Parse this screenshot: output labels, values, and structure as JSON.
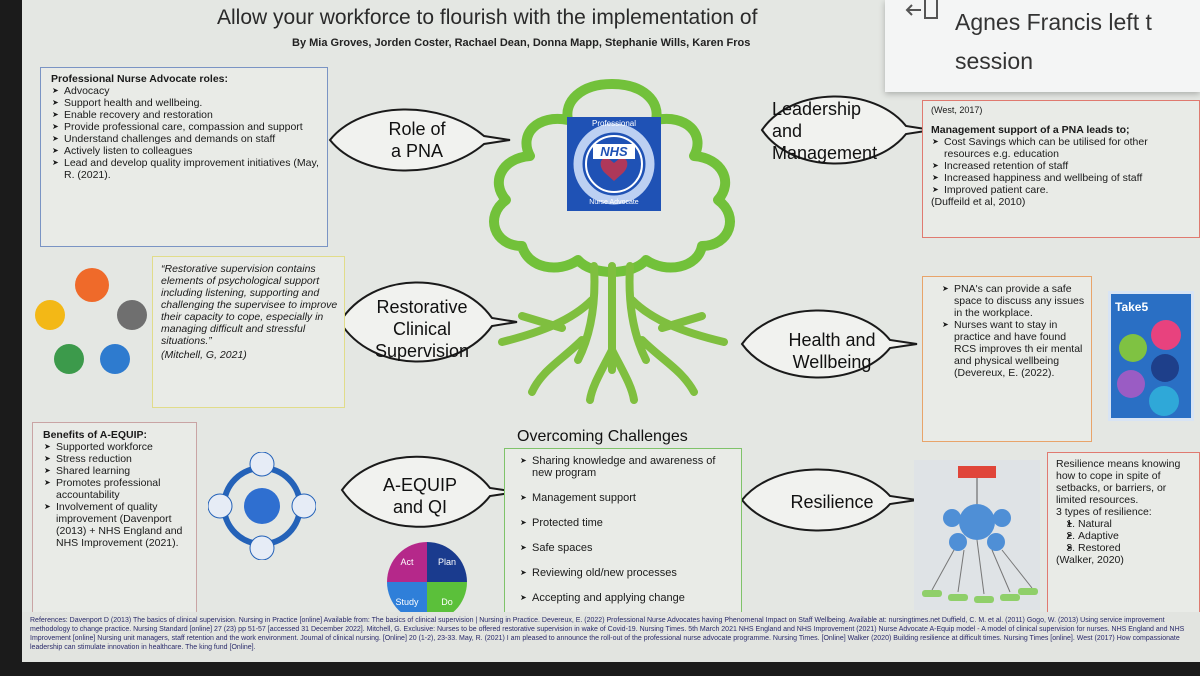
{
  "notification": {
    "line1": "Agnes Francis left t",
    "line2": "session",
    "icon": "leave-session-icon"
  },
  "poster": {
    "title": "Allow your workforce to flourish with the implementation of",
    "authors": "By Mia Groves, Jorden Coster, Rachael Dean, Donna Mapp, Stephanie Wills, Karen Fros",
    "leaves": {
      "role": [
        "Role of",
        "a PNA"
      ],
      "rcs": [
        "Restorative",
        "Clinical",
        "Supervision"
      ],
      "aequip": [
        "A-EQUIP",
        "and QI"
      ],
      "leadership": [
        "Leadership",
        "and",
        "Management"
      ],
      "health": [
        "Health and",
        "Wellbeing"
      ],
      "resilience": [
        "Resilience"
      ]
    },
    "logo": {
      "nhs": "NHS",
      "ring_top": "Professional",
      "ring_bottom": "Nurse Advocate"
    },
    "roles_box": {
      "heading": "Professional Nurse Advocate roles:",
      "items": [
        "Advocacy",
        "Support health and wellbeing.",
        "Enable recovery and restoration",
        "Provide professional care, compassion and support",
        "Understand challenges and demands on staff",
        "Actively listen to colleagues",
        "Lead and develop quality improvement initiatives (May, R. (2021)."
      ]
    },
    "quote_box": {
      "text": "“Restorative supervision contains elements of psychological support including listening, supporting and challenging the supervisee to improve their capacity to cope, especially in managing difficult and stressful situations.”",
      "cite": "(Mitchell, G, 2021)"
    },
    "aequip_box": {
      "heading": "Benefits of A-EQUIP:",
      "items": [
        "Supported workforce",
        "Stress reduction",
        "Shared learning",
        "Promotes professional accountability",
        "Involvement of quality improvement (Davenport (2013) + NHS England and NHS Improvement (2021)."
      ]
    },
    "management_box": {
      "top": "(West, 2017)",
      "heading": "Management support of a PNA leads to;",
      "items": [
        "Cost Savings which can be utilised for other resources e.g. education",
        "Increased retention of staff",
        "Increased happiness and wellbeing of staff",
        "Improved patient care."
      ],
      "cite": "(Duffeild et al, 2010)"
    },
    "health_box": {
      "items": [
        "PNA's can provide a safe space to discuss any issues in the workplace.",
        "Nurses want to stay in practice and have found RCS improves th eir mental and physical wellbeing (Devereux, E. (2022)."
      ]
    },
    "challenges": {
      "title": "Overcoming Challenges",
      "items": [
        "Sharing knowledge and awareness of new program",
        "Management support",
        "Protected time",
        "Safe spaces",
        "Reviewing old/new processes",
        "Accepting and applying change"
      ]
    },
    "resilience_box": {
      "intro": "Resilience means knowing how to cope in spite of setbacks, or barriers, or limited resources.",
      "types_heading": "3 types of resilience:",
      "types": [
        "Natural",
        "Adaptive",
        "Restored"
      ],
      "cite": "(Walker, 2020)"
    },
    "pdsa": [
      "Act",
      "Plan",
      "Study",
      "Do"
    ],
    "take5": "Take5",
    "references": "References: Davenport D (2013) The basics of clinical supervision. Nursing in Practice [online] Available from: The basics of clinical supervision | Nursing in Practice. Devereux, E. (2022) Professional Nurse Advocates having Phenomenal Impact on Staff Wellbeing. Available at: nursingtimes.net Duffield, C. M. et al. (2011) Gogo, W. (2013) Using service improvement methodology to change practice. Nursing Standard [online] 27 (23) pp 51-57 [accessed 31 December 2022]. Mitchell, G. Exclusive: Nurses to be offered restorative supervision in wake of Covid-19. Nursing Times. 5th March 2021 NHS England and NHS Improvement (2021) Nurse Advocate A-Equip model - A model of clinical supervision for nurses. NHS England and NHS Improvement [online] Nursing unit managers, staff retention and the work environment. Journal of clinical nursing. [Online] 20 (1-2), 23-33. May, R. (2021) I am pleased to announce the roll-out of the professional nurse advocate programme. Nursing Times. [Online] Walker (2020) Building resilience at difficult times. Nursing Times [online]. West (2017) How compassionate leadership can stimulate innovation in healthcare. The king fund [Online].",
    "colors": {
      "tree": "#72c13a",
      "trunk": "#7fbf3f",
      "logo_blue": "#1f52b5",
      "poster_bg": "#e4e7e3"
    }
  }
}
